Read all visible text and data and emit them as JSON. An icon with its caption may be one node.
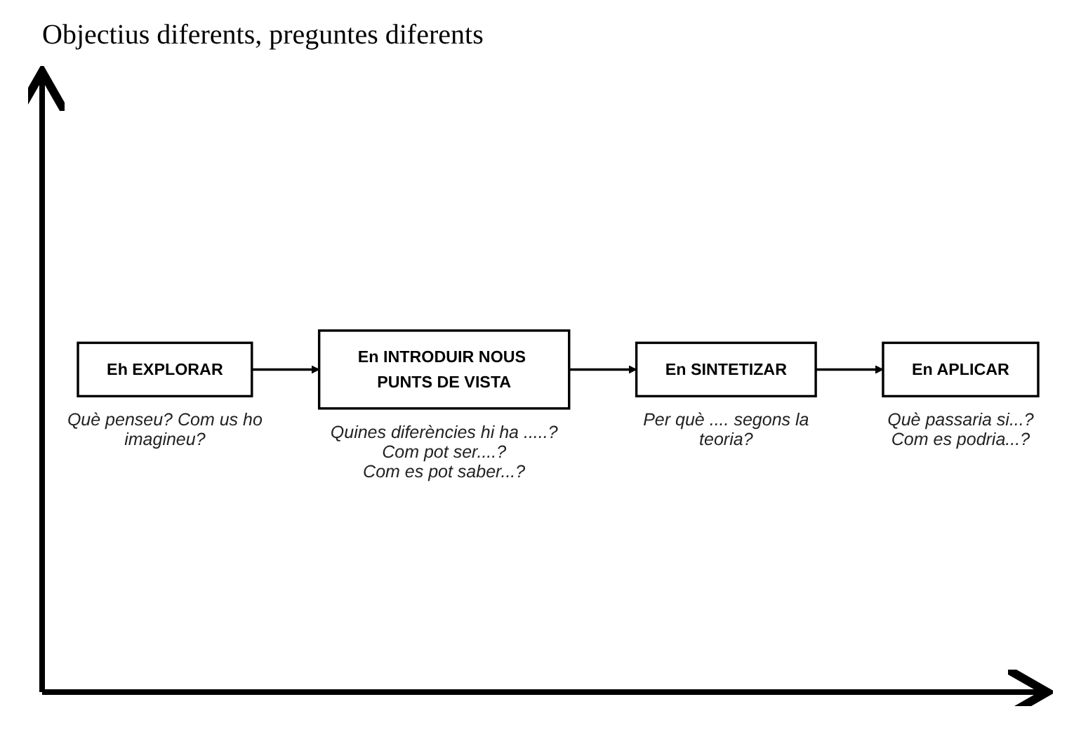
{
  "diagram": {
    "title": "Objectius diferents, preguntes diferents",
    "nodes": [
      {
        "text": [
          "Eh EXPLORAR"
        ],
        "beside": [
          "Què penseu? Com us ho imagineu?"
        ]
      },
      {
        "text": [
          "En INTRODUIR NOUS PUNTS DE VISTA"
        ],
        "beside": [
          "Quines diferències hi ha .....?",
          "Com pot ser....?",
          "Com es pot saber...?"
        ]
      },
      {
        "text": [
          "En SINTETIZAR"
        ],
        "beside": [
          "Per què .... segons la teoria?"
        ]
      },
      {
        "text": [
          "En APLICAR"
        ],
        "beside": [
          "Què passaria si...?",
          "Com es podria...?"
        ]
      }
    ],
    "edges": [
      {
        "from": 0,
        "to": 1,
        "arrow": "to"
      },
      {
        "from": 1,
        "to": 2,
        "arrow": "to"
      },
      {
        "from": 2,
        "to": 3,
        "arrow": "to"
      }
    ]
  }
}
